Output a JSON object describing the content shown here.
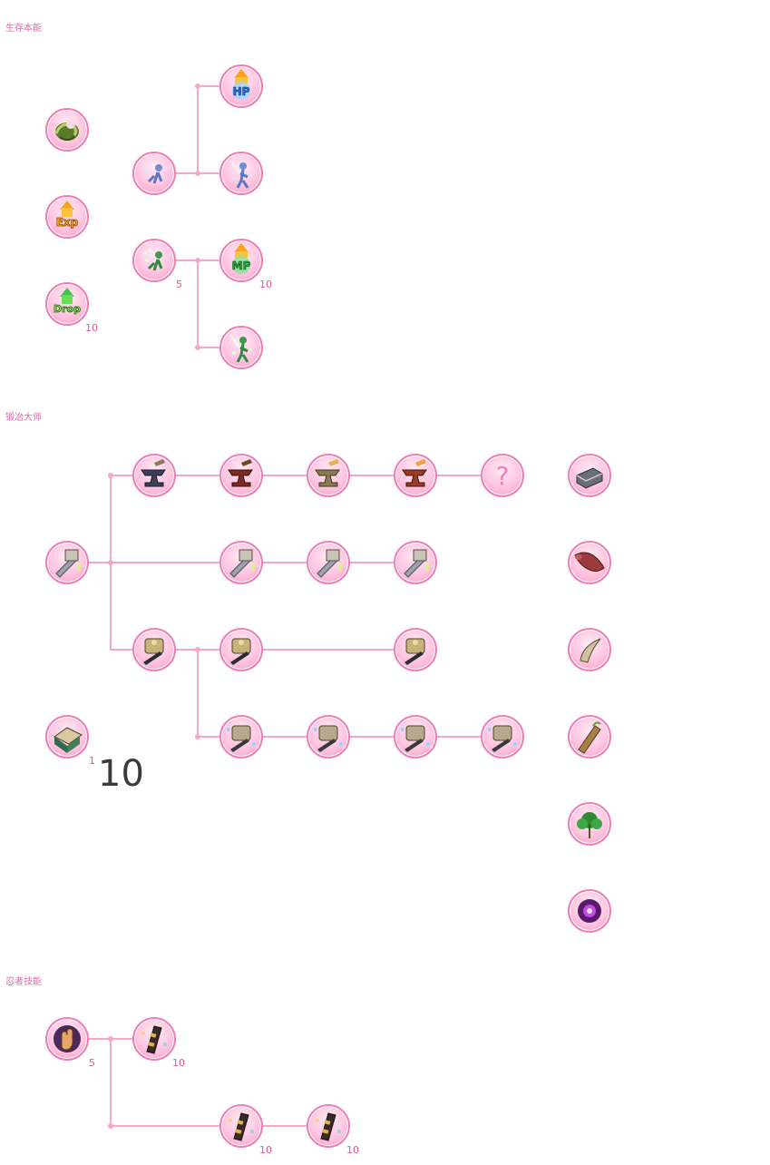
{
  "sections": {
    "survival": {
      "title": "生存本能"
    },
    "smith": {
      "title": "锻冶大师"
    },
    "ninja": {
      "title": "忍者技能"
    }
  },
  "skills": {
    "survival": {
      "beast": {
        "icon": "beast-vine-icon"
      },
      "exp": {
        "icon": "exp-up-icon",
        "label": "Exp"
      },
      "drop": {
        "icon": "drop-up-icon",
        "label": "Drop",
        "level": "10"
      },
      "fig_blue": {
        "icon": "blue-figure-icon"
      },
      "hp": {
        "icon": "hp-up-icon",
        "label": "HP"
      },
      "blue_guard": {
        "icon": "blue-guard-icon"
      },
      "fig_green": {
        "icon": "green-figure-icon",
        "level": "5"
      },
      "mp": {
        "icon": "mp-up-icon",
        "label": "MP",
        "level": "10"
      },
      "green_guard": {
        "icon": "green-guard-icon"
      }
    },
    "smith": {
      "anvil_dark": {
        "icon": "dark-anvil-icon"
      },
      "anvil_red": {
        "icon": "red-anvil-icon"
      },
      "anvil_gold": {
        "icon": "gold-anvil-icon"
      },
      "anvil_fire": {
        "icon": "fire-anvil-icon"
      },
      "unknown": {
        "icon": "question-icon",
        "label": "?"
      },
      "craft_sword": {
        "icon": "craft-sword-icon"
      },
      "craft_sword_2": {
        "icon": "craft-sword-icon"
      },
      "craft_sword_3": {
        "icon": "craft-sword-icon"
      },
      "craft_sword_4": {
        "icon": "craft-sword-icon"
      },
      "gold_armor": {
        "icon": "gold-armor-icon"
      },
      "gold_armor_2": {
        "icon": "gold-armor-icon"
      },
      "gold_armor_3": {
        "icon": "gold-armor-icon"
      },
      "spark_armor_1": {
        "icon": "spark-armor-icon"
      },
      "spark_armor_2": {
        "icon": "spark-armor-icon"
      },
      "spark_armor_3": {
        "icon": "spark-armor-icon"
      },
      "spark_armor_4": {
        "icon": "spark-armor-icon"
      },
      "book": {
        "icon": "recipe-book-icon",
        "level": "1"
      },
      "big_number": "10"
    },
    "materials": {
      "iron": {
        "icon": "iron-ingot-icon"
      },
      "leather": {
        "icon": "leather-icon"
      },
      "claw": {
        "icon": "claw-icon"
      },
      "wood": {
        "icon": "wood-log-icon"
      },
      "herb": {
        "icon": "herb-icon"
      },
      "orb": {
        "icon": "dark-orb-icon"
      }
    },
    "ninja": {
      "hand": {
        "icon": "ninja-hand-icon",
        "level": "5"
      },
      "scroll_1": {
        "icon": "ninja-scroll-icon",
        "level": "10"
      },
      "scroll_2": {
        "icon": "ninja-scroll-icon",
        "level": "10"
      },
      "scroll_3": {
        "icon": "ninja-scroll-icon",
        "level": "10"
      }
    }
  },
  "colors": {
    "accent": "#e06aa8",
    "connector": "#f4a6cc",
    "node_border": "#ee7fb6"
  }
}
